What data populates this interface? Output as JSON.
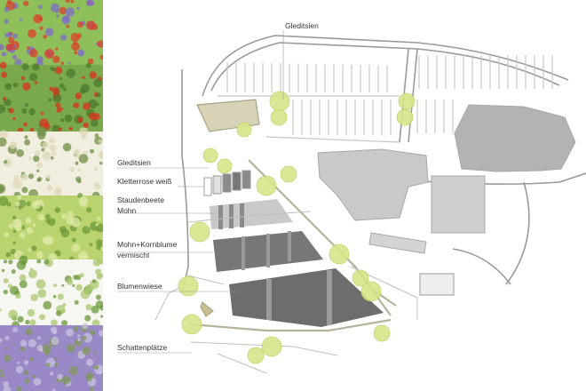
{
  "labels": {
    "gleditsien_top": "Gleditsien",
    "gleditsien_left": "Gleditsien",
    "kletterrose": "Kletterrose weiß",
    "staudenbeete": "Staudenbeete",
    "mohn": "Mohn",
    "mohn_kornblume": "Mohn+Kornblume",
    "vermischt": "vermischt",
    "blumenwiese": "Blumenwiese",
    "schattenplaetze": "Schattenplätze"
  },
  "photo_strip": [
    {
      "subject": "poppy-cornflower-field",
      "colors": [
        "#8fbf5a",
        "#d9402b",
        "#7f6bc9"
      ]
    },
    {
      "subject": "red-poppy-field",
      "colors": [
        "#7aa84c",
        "#d8321f",
        "#4e7a2e"
      ]
    },
    {
      "subject": "white-climbing-rose",
      "colors": [
        "#f1eee0",
        "#6f8f45",
        "#ddd8b8"
      ]
    },
    {
      "subject": "gleditsia-foliage",
      "colors": [
        "#b9d46e",
        "#6d9a3a",
        "#dfeaa8"
      ]
    },
    {
      "subject": "daisy-meadow",
      "colors": [
        "#f7f7f2",
        "#6b9a3a",
        "#aac870"
      ]
    },
    {
      "subject": "lavender-field",
      "colors": [
        "#9a89c6",
        "#c9c1e2",
        "#7d9a5a"
      ]
    }
  ],
  "colors": {
    "tree_fill": "#d6e68a",
    "tree_stroke": "#bdd060",
    "dark_bed": "#6d6d6d",
    "mid_bed": "#8a8a8a",
    "light_bed": "#c9c9c9",
    "building": "#b3b3b3",
    "path_stroke": "#b7b29a",
    "lawn_panel": "#d8d3b7",
    "line": "#999999"
  }
}
